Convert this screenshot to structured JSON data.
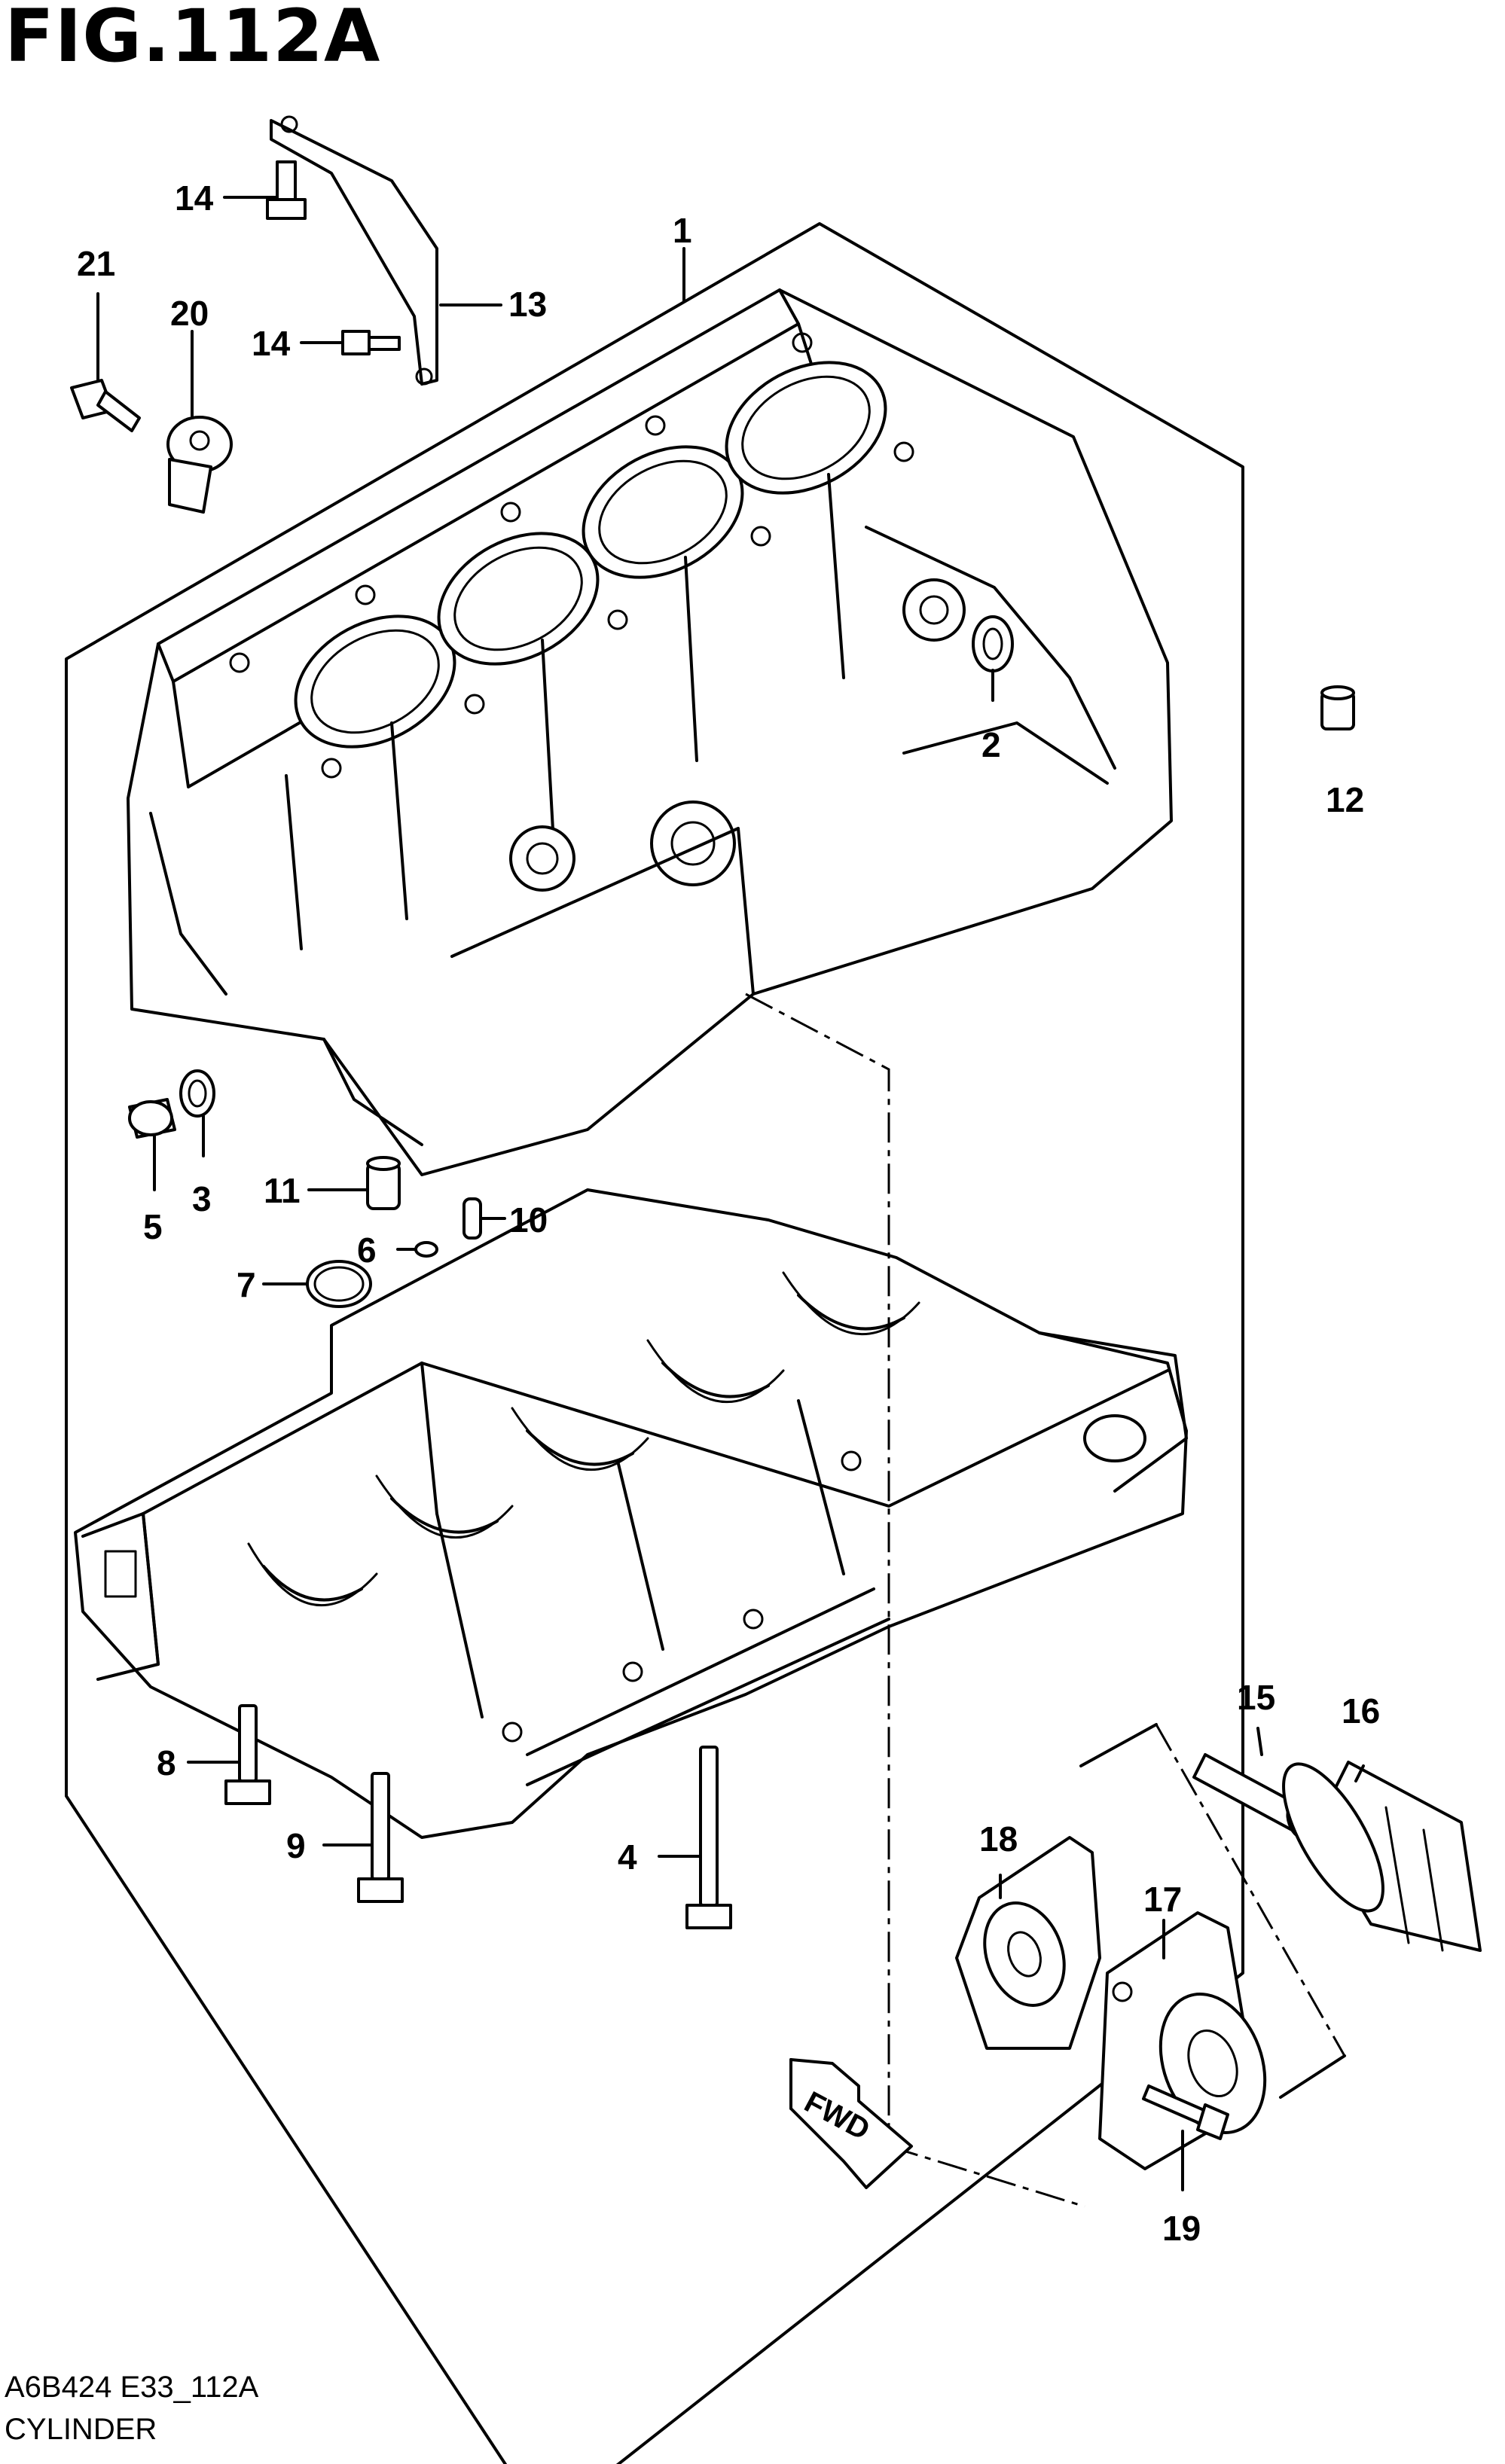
{
  "figure": {
    "title": "FIG.112A",
    "code": "A6B424 E33_112A",
    "name": "CYLINDER"
  },
  "fwd_label": "FWD",
  "parts": [
    {
      "id": "p1",
      "label": "1"
    },
    {
      "id": "p2",
      "label": "2"
    },
    {
      "id": "p3",
      "label": "3"
    },
    {
      "id": "p4",
      "label": "4"
    },
    {
      "id": "p5",
      "label": "5"
    },
    {
      "id": "p6",
      "label": "6"
    },
    {
      "id": "p7",
      "label": "7"
    },
    {
      "id": "p8",
      "label": "8"
    },
    {
      "id": "p9",
      "label": "9"
    },
    {
      "id": "p10",
      "label": "10"
    },
    {
      "id": "p11",
      "label": "11"
    },
    {
      "id": "p12",
      "label": "12"
    },
    {
      "id": "p13",
      "label": "13"
    },
    {
      "id": "p14a",
      "label": "14"
    },
    {
      "id": "p14b",
      "label": "14"
    },
    {
      "id": "p15",
      "label": "15"
    },
    {
      "id": "p16",
      "label": "16"
    },
    {
      "id": "p17",
      "label": "17"
    },
    {
      "id": "p18",
      "label": "18"
    },
    {
      "id": "p19",
      "label": "19"
    },
    {
      "id": "p20",
      "label": "20"
    },
    {
      "id": "p21",
      "label": "21"
    }
  ]
}
